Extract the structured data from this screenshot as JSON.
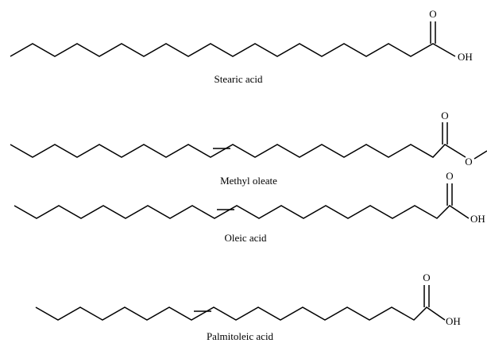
{
  "molecules": [
    {
      "name": "Stearic acid",
      "carbonyl_oxygen": "O",
      "hydroxyl": "OH"
    },
    {
      "name": "Methyl oleate",
      "carbonyl_oxygen": "O",
      "ester_oxygen": "O"
    },
    {
      "name": "Oleic acid",
      "carbonyl_oxygen": "O",
      "hydroxyl": "OH"
    },
    {
      "name": "Palmitoleic acid",
      "carbonyl_oxygen": "O",
      "hydroxyl": "OH"
    }
  ]
}
